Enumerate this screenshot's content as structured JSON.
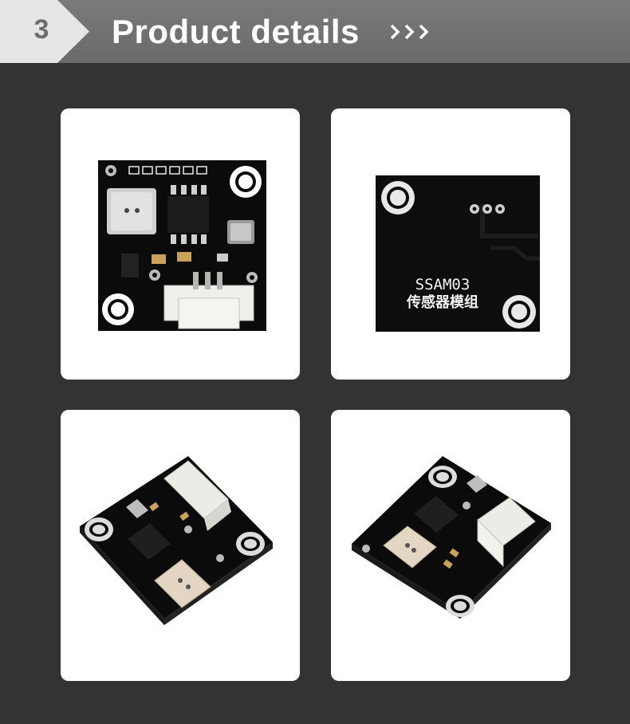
{
  "header": {
    "step_number": "3",
    "title": "Product details",
    "arrow_icon": "chevron-triple-right-icon"
  },
  "images": [
    {
      "name": "pcb-front-top-view",
      "view": "front"
    },
    {
      "name": "pcb-back-top-view",
      "view": "back",
      "silkscreen_model": "SSAM03",
      "silkscreen_caption": "传感器模组"
    },
    {
      "name": "pcb-front-angled-left",
      "view": "front-angled"
    },
    {
      "name": "pcb-front-angled-right",
      "view": "front-angled"
    }
  ],
  "colors": {
    "background": "#333333",
    "header_bar": "#737373",
    "badge": "#e6e6e6",
    "card": "#ffffff",
    "pcb": "#0c0c0c"
  }
}
